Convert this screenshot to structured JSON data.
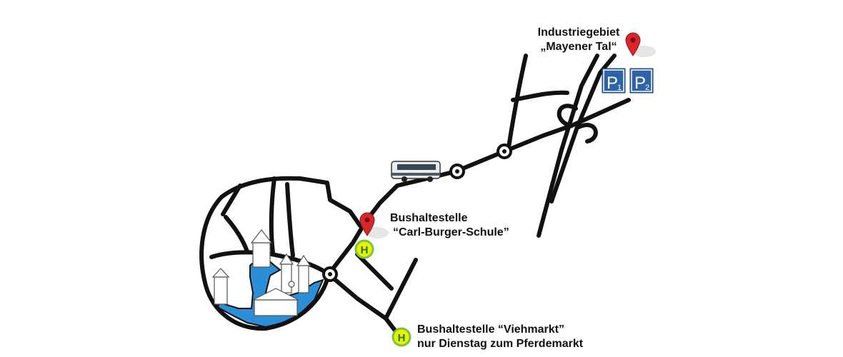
{
  "colors": {
    "road": "#111111",
    "water": "#2c8ed6",
    "pin": "#d9262c",
    "bus_stop_ring": "#7cc242",
    "bus_stop_fill": "#e7f100",
    "parking_blue": "#2d63a8"
  },
  "labels": {
    "industrial_line1": "Industriegebiet",
    "industrial_line2": "„Mayener Tal“",
    "stop_carl_line1": "Bushaltestelle",
    "stop_carl_line2": "“Carl-Burger-Schule”",
    "stop_vieh_line1": "Bushaltestelle “Viehmarkt”",
    "stop_vieh_line2": "nur Dienstag zum Pferdemarkt"
  },
  "parking": [
    {
      "letter": "P",
      "number": "1"
    },
    {
      "letter": "P",
      "number": "2"
    }
  ],
  "bus_stop_symbol": "H",
  "icons": [
    "location-pin-icon",
    "bus-stop-icon",
    "parking-icon",
    "bus-icon",
    "roundabout-icon",
    "castle-icon"
  ]
}
